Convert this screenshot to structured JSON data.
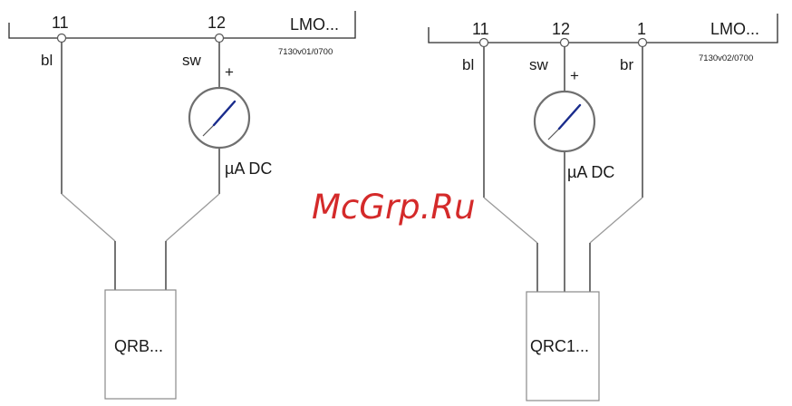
{
  "left_diagram": {
    "terminals": [
      "11",
      "12"
    ],
    "wire_labels": [
      "bl",
      "sw"
    ],
    "controller_label": "LMO...",
    "reference": "7130v01/0700",
    "meter_label": "µA DC",
    "meter_polarity": "+",
    "device_label": "QRB..."
  },
  "right_diagram": {
    "terminals": [
      "11",
      "12",
      "1"
    ],
    "wire_labels": [
      "bl",
      "sw",
      "br"
    ],
    "controller_label": "LMO...",
    "reference": "7130v02/0700",
    "meter_label": "µA DC",
    "meter_polarity": "+",
    "device_label": "QRC1..."
  },
  "watermark": "McGrp.Ru",
  "colors": {
    "wire": "#2a2a2a",
    "needle": "#1a2c8c",
    "watermark": "#d42a2a"
  }
}
